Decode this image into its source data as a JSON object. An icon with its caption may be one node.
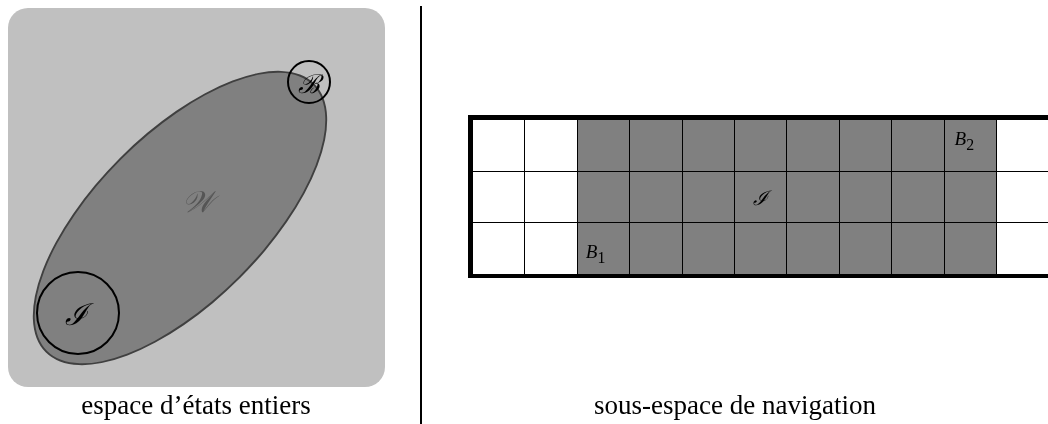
{
  "diagram": {
    "nodes": [
      {
        "text": [],
        "shape": "box",
        "beside": [
          "espace d’états entiers"
        ]
      },
      {
        "text": [
          "𝒲"
        ],
        "in": 0
      },
      {
        "text": [
          "ℐ"
        ],
        "in": 0
      },
      {
        "text": [
          "ℬ"
        ],
        "in": 0
      }
    ],
    "edges": [],
    "labels": [
      "*B*$_{2}$",
      "ℐ",
      "*B*$_{1}$",
      "sous-espace de navigation"
    ]
  }
}
